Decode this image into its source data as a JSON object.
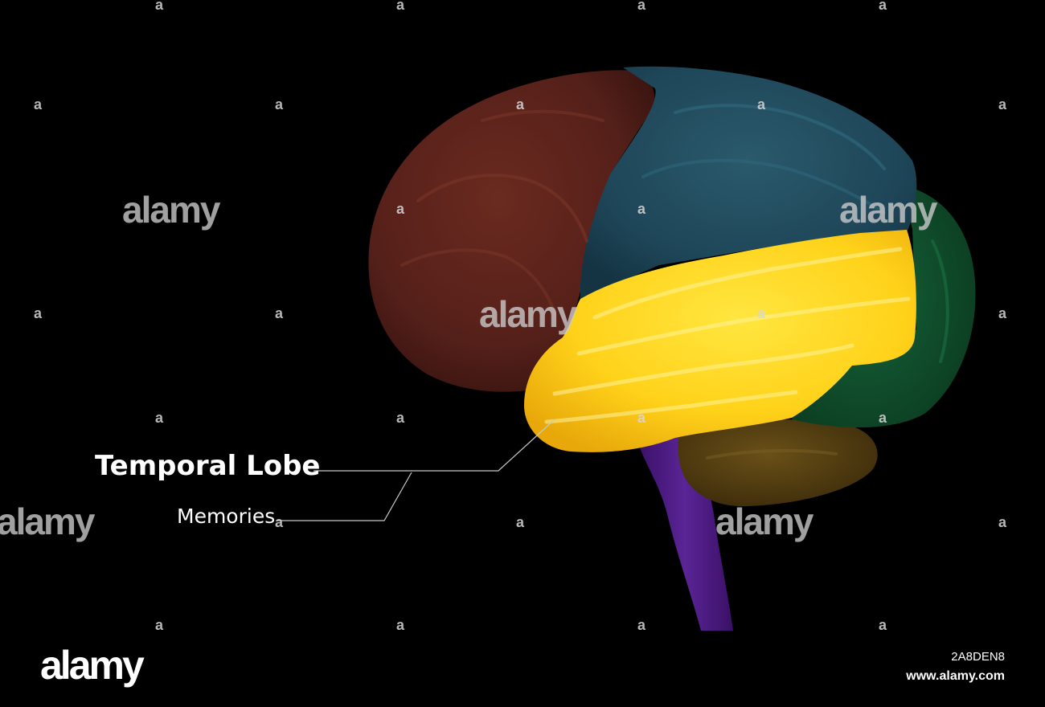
{
  "labels": {
    "title": "Temporal Lobe",
    "subtitle": "Memories"
  },
  "watermark": {
    "brand": "alamy",
    "small_mark": "a"
  },
  "stock": {
    "logo": "alamy",
    "image_id": "2A8DEN8",
    "url": "www.alamy.com"
  },
  "colors": {
    "background": "#000000",
    "frontal_lobe": "#5a1f16",
    "parietal_lobe": "#1e4658",
    "occipital_lobe": "#0f4a2a",
    "temporal_lobe": "#ffd21a",
    "cerebellum": "#4e3a10",
    "brainstem": "#4a1a7a",
    "leader_line": "#c8c8c8"
  }
}
